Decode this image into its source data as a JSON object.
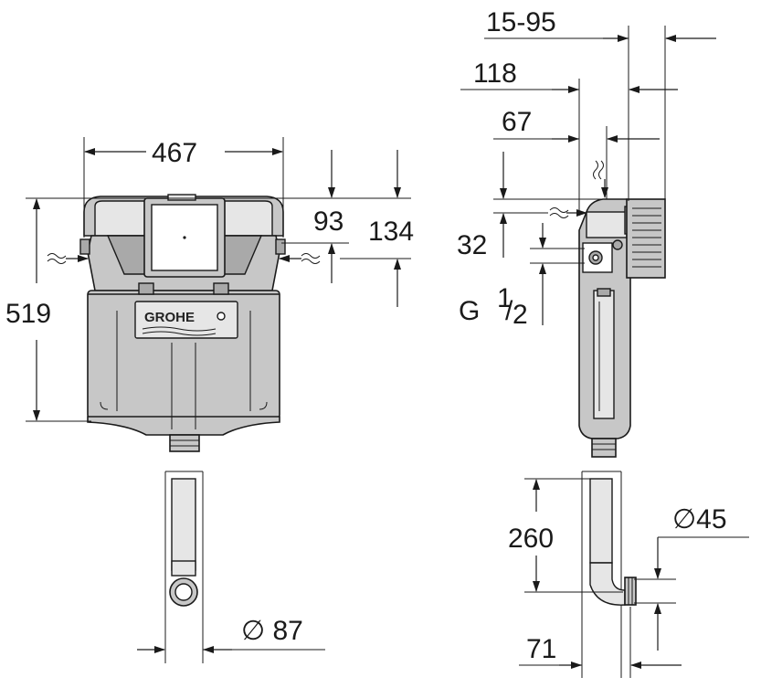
{
  "diagram": {
    "front_view": {
      "width": "467",
      "height": "519",
      "top_offset": "93",
      "inlet_height": "134",
      "pipe_diameter": "∅ 87",
      "brand": "GROHE"
    },
    "side_view": {
      "wall_range": "15-95",
      "depth": "118",
      "inner_depth": "67",
      "inlet_offset": "32",
      "connection": "G",
      "thread_num": "1",
      "thread_den": "2",
      "pipe_length": "260",
      "outlet_diameter": "∅45",
      "outlet_offset": "71"
    },
    "colors": {
      "body": "#c7c7c7",
      "line": "#1a1a1a"
    },
    "icons": [
      "water-inlet-icon",
      "water-inlet-icon",
      "water-inlet-icon",
      "water-inlet-icon"
    ]
  }
}
